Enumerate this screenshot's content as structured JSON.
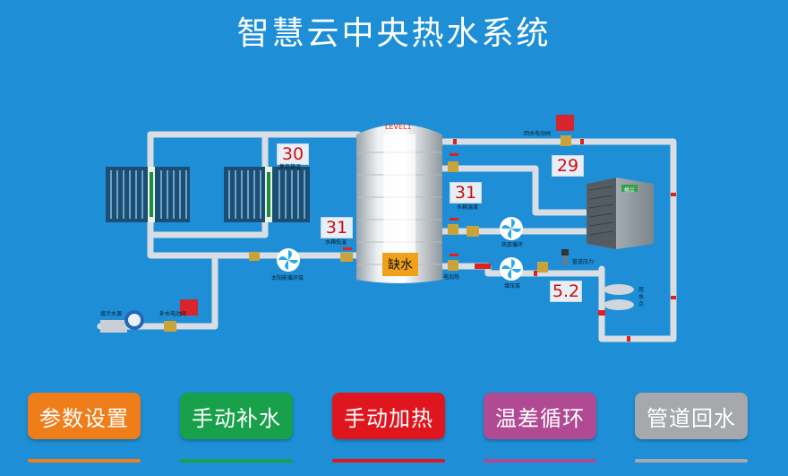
{
  "title": "智慧云中央热水系统",
  "readings": {
    "collector_temp": {
      "value": "30",
      "label": "集热箱温"
    },
    "tank_level_temp": {
      "value": "31",
      "label": "水箱低温"
    },
    "tank_temp": {
      "value": "31",
      "label": "水箱温度"
    },
    "return_temp": {
      "value": "29"
    },
    "pipe_pressure": {
      "value": "5.2",
      "label": "管道压力"
    }
  },
  "tank": {
    "level_label": "LEVEL1",
    "status": "缺水"
  },
  "labels": {
    "return_valve": "回水电动阀",
    "cold_water": "接冷水源",
    "refill_valve": "补水电动阀",
    "solar_pump": "太阳能循环泵",
    "heat_pump_loop": "热泵循环",
    "electric_heat": "电加热",
    "boost_pump": "增压泵",
    "water_points": "用水点",
    "heat_pump_brand": "格兰"
  },
  "buttons": [
    {
      "label": "参数设置",
      "color": "#ee7d1a"
    },
    {
      "label": "手动补水",
      "color": "#18a04a"
    },
    {
      "label": "手动加热",
      "color": "#e0161e"
    },
    {
      "label": "温差循环",
      "color": "#b04a92"
    },
    {
      "label": "管道回水",
      "color": "#a6a8ab"
    }
  ]
}
